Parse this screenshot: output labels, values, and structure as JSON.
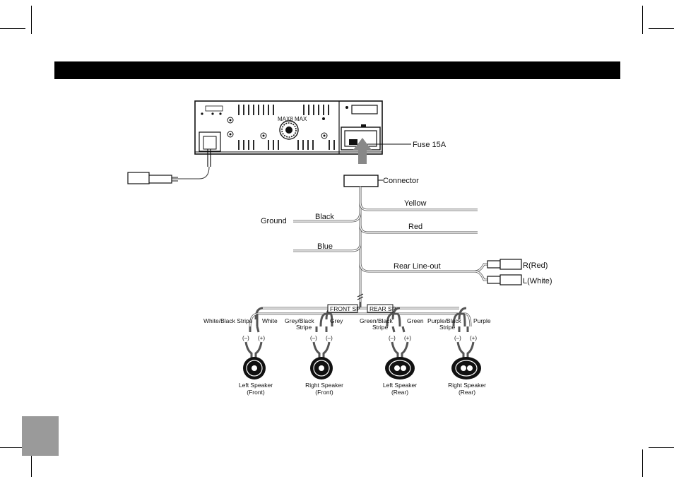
{
  "labels": {
    "fuse": "Fuse 15A",
    "connector": "Connector",
    "yellow": "Yellow",
    "red": "Red",
    "ground": "Ground",
    "black": "Black",
    "blue": "Blue",
    "rear_lineout": "Rear Line-out",
    "r_red": "R(Red)",
    "l_white": "L(White)",
    "front_sp": "FRONT SP",
    "rear_sp": "REAR SP",
    "unit_marking": "MAX8 MAX"
  },
  "speaker_wires": {
    "white_black_stripe": "White/Black Stripe",
    "white": "White",
    "grey_black_1": "Grey/Black",
    "grey_black_2": "Stripe",
    "grey": "Grey",
    "green_black_1": "Green/Black",
    "green_black_2": "Stripe",
    "green": "Green",
    "purple_black_1": "Purple/Black",
    "purple_black_2": "Stripe",
    "purple": "Purple"
  },
  "polarity": {
    "minus": "(–)",
    "plus": "(+)"
  },
  "speakers": [
    {
      "line1": "Left Speaker",
      "line2": "(Front)"
    },
    {
      "line1": "Right Speaker",
      "line2": "(Front)"
    },
    {
      "line1": "Left Speaker",
      "line2": "(Rear)"
    },
    {
      "line1": "Right Speaker",
      "line2": "(Rear)"
    }
  ],
  "colors": {
    "header": "#000000",
    "page_tab": "#9a9a9a"
  }
}
